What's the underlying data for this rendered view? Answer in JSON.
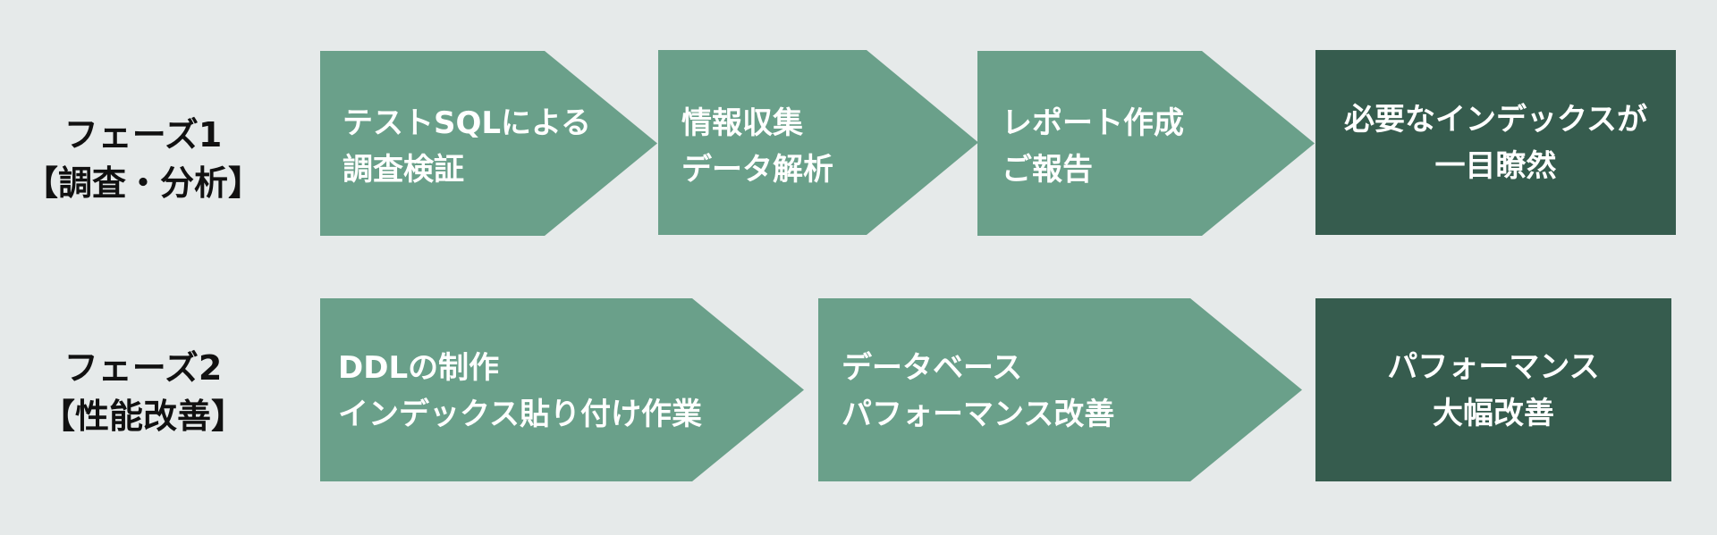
{
  "phases": [
    {
      "label_line1": "フェーズ1",
      "label_line2": "【調査・分析】",
      "steps": [
        {
          "line1": "テストSQLによる",
          "line2": "調査検証"
        },
        {
          "line1": "情報収集",
          "line2": "データ解析"
        },
        {
          "line1": "レポート作成",
          "line2": "ご報告"
        }
      ],
      "result": {
        "line1": "必要なインデックスが",
        "line2": "一目瞭然"
      }
    },
    {
      "label_line1": "フェーズ2",
      "label_line2": "【性能改善】",
      "steps": [
        {
          "line1": "DDLの制作",
          "line2": "インデックス貼り付け作業"
        },
        {
          "line1": "データベース",
          "line2": "パフォーマンス改善"
        }
      ],
      "result": {
        "line1": "パフォーマンス",
        "line2": "大幅改善"
      }
    }
  ],
  "colors": {
    "background": "#e6eaea",
    "step_fill": "#6aa08a",
    "result_fill": "#365c4e",
    "label_text": "#111111",
    "step_text": "#ffffff"
  }
}
